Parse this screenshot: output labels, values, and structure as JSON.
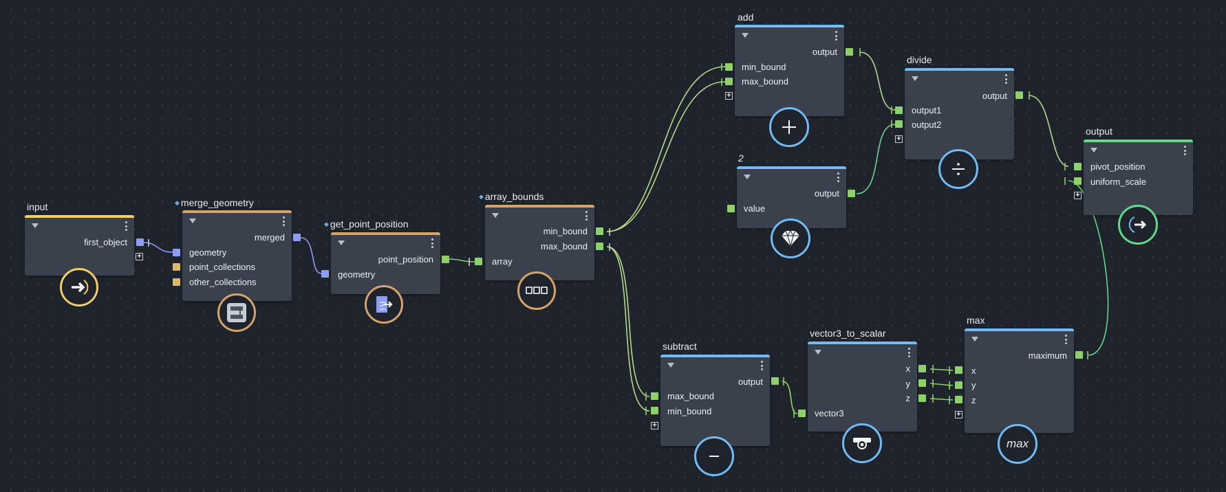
{
  "colors": {
    "background": "#1f242c",
    "node_body": "#3a414c",
    "port_float": "#8ed16b",
    "port_geometry": "#8d9cf5",
    "port_collection": "#dbb968",
    "input_accent": "#f2cf6a",
    "geometry_accent": "#d6a46b",
    "math_accent": "#73bbf5",
    "output_accent": "#63d88a"
  },
  "nodes": {
    "input": {
      "title": "input",
      "outputs": [
        "first_object"
      ],
      "icon": "arrow-right-icon"
    },
    "merge_geometry": {
      "title": "merge_geometry",
      "outputs": [
        "merged"
      ],
      "inputs": [
        "geometry",
        "point_collections",
        "other_collections"
      ],
      "icon": "merge-geometry-icon"
    },
    "get_point_position": {
      "title": "get_point_position",
      "outputs": [
        "point_position"
      ],
      "inputs": [
        "geometry"
      ],
      "icon": "point-position-icon"
    },
    "array_bounds": {
      "title": "array_bounds",
      "outputs": [
        "min_bound",
        "max_bound"
      ],
      "inputs": [
        "array"
      ],
      "icon": "array-icon"
    },
    "add": {
      "title": "add",
      "outputs": [
        "output"
      ],
      "inputs": [
        "min_bound",
        "max_bound"
      ],
      "icon": "plus-icon"
    },
    "constant": {
      "title": "2",
      "outputs": [
        "output"
      ],
      "inputs": [
        "value"
      ],
      "icon": "diamond-icon"
    },
    "divide": {
      "title": "divide",
      "outputs": [
        "output"
      ],
      "inputs": [
        "output1",
        "output2"
      ],
      "icon": "divide-icon"
    },
    "output": {
      "title": "output",
      "inputs": [
        "pivot_position",
        "uniform_scale"
      ],
      "icon": "output-arrow-icon"
    },
    "subtract": {
      "title": "subtract",
      "outputs": [
        "output"
      ],
      "inputs": [
        "max_bound",
        "min_bound"
      ],
      "icon": "minus-icon"
    },
    "vector3_to_scalar": {
      "title": "vector3_to_scalar",
      "outputs": [
        "x",
        "y",
        "z"
      ],
      "inputs": [
        "vector3"
      ],
      "icon": "vector-split-icon"
    },
    "max": {
      "title": "max",
      "outputs": [
        "maximum"
      ],
      "inputs": [
        "x",
        "y",
        "z"
      ],
      "icon": "max-icon",
      "icon_text": "max"
    }
  }
}
